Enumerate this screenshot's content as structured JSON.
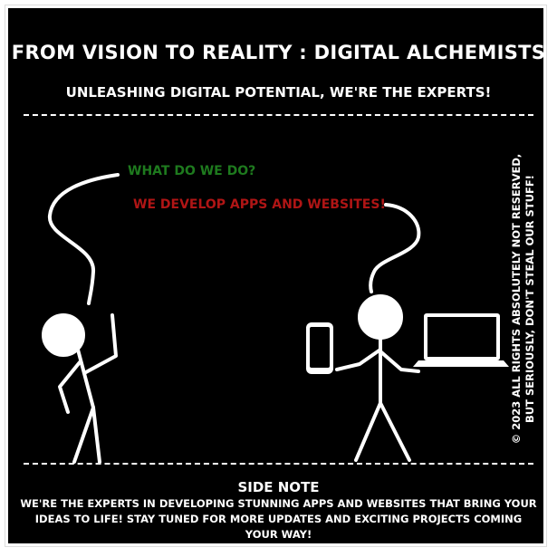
{
  "comic": {
    "title": "FROM VISION TO REALITY : DIGITAL ALCHEMISTS",
    "subtitle": "UNLEASHING DIGITAL POTENTIAL, WE'RE THE EXPERTS!",
    "dialogue": {
      "question": "WHAT DO WE DO?",
      "answer": "WE DEVELOP APPS AND WEBSITES!"
    },
    "copyright": {
      "line1": "© 2023 ALL RIGHTS ABSOLUTELY NOT RESERVED,",
      "line2": "BUT SERIOUSLY, DON'T STEAL OUR STUFF!"
    },
    "side_note": {
      "heading": "SIDE NOTE",
      "text": "WE'RE THE EXPERTS IN DEVELOPING STUNNING APPS AND WEBSITES THAT BRING YOUR IDEAS TO LIFE! STAY TUNED FOR MORE UPDATES AND EXCITING PROJECTS COMING YOUR WAY!"
    }
  },
  "colors": {
    "background": "#000000",
    "foreground": "#ffffff",
    "question": "#1e7a1e",
    "answer": "#b01515"
  },
  "icons": [
    "smartphone-icon",
    "laptop-icon"
  ]
}
